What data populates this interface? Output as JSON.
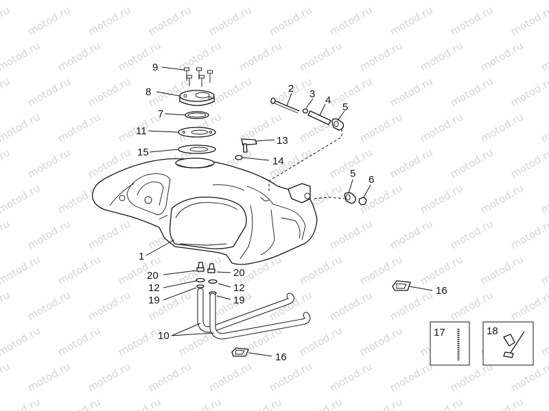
{
  "watermark": "motod.ru",
  "callouts": {
    "c1": "1",
    "c2": "2",
    "c3": "3",
    "c4": "4",
    "c5a": "5",
    "c5b": "5",
    "c6": "6",
    "c7": "7",
    "c8": "8",
    "c9": "9",
    "c10": "10",
    "c11": "11",
    "c12a": "12",
    "c12b": "12",
    "c13": "13",
    "c14": "14",
    "c15": "15",
    "c16a": "16",
    "c16b": "16",
    "c17": "17",
    "c18": "18",
    "c19a": "19",
    "c19b": "19",
    "c20a": "20",
    "c20b": "20"
  }
}
